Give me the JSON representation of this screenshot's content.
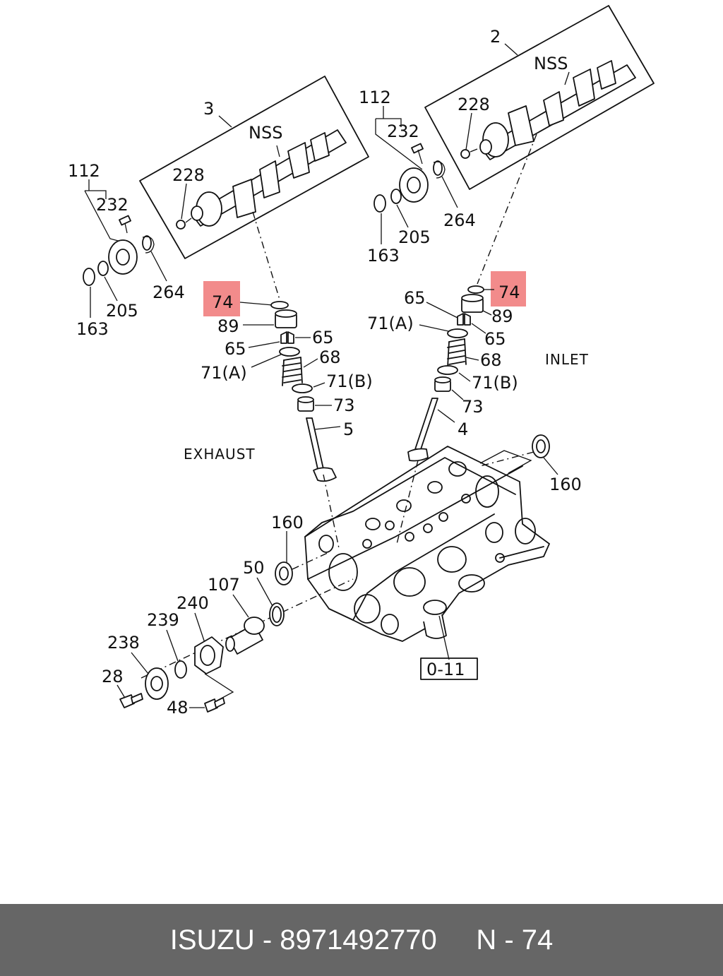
{
  "colors": {
    "highlight": "#f28b8b",
    "footer_bg": "#666666"
  },
  "labels": {
    "c2": "2",
    "c3": "3",
    "nss_l": "NSS",
    "nss_r": "NSS",
    "c112_l": "112",
    "c112_r": "112",
    "c232_l": "232",
    "c232_r": "232",
    "c228_l": "228",
    "c228_r": "228",
    "c264_l": "264",
    "c264_r": "264",
    "c163_l": "163",
    "c163_r": "163",
    "c205_l": "205",
    "c205_r": "205",
    "c74_l": "74",
    "c74_r": "74",
    "c89_l": "89",
    "c89_r": "89",
    "c65_l1": "65",
    "c65_l2": "65",
    "c65_r1": "65",
    "c65_r2": "65",
    "c71a_l": "71(A)",
    "c71a_r": "71(A)",
    "c68_l": "68",
    "c68_r": "68",
    "c71b_l": "71(B)",
    "c71b_r": "71(B)",
    "c73_l": "73",
    "c73_r": "73",
    "c5": "5",
    "c4": "4",
    "exhaust": "EXHAUST",
    "inlet": "INLET",
    "c160_l": "160",
    "c160_r": "160",
    "c50": "50",
    "c107": "107",
    "c240": "240",
    "c239": "239",
    "c238": "238",
    "c28": "28",
    "c48": "48",
    "ref": "0-11"
  },
  "footer": {
    "text": "ISUZU - 8971492770     N - 74"
  }
}
